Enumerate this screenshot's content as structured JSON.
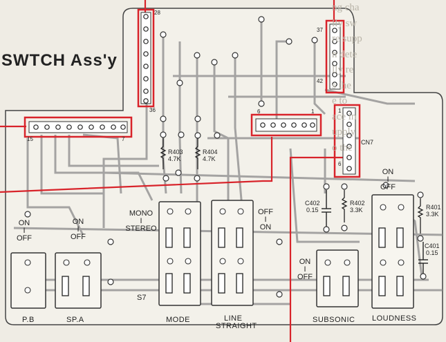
{
  "title": "SWTCH  Ass'y",
  "background_text": [
    "ng cha",
    "lly sw",
    "re supp",
    "n dete",
    "lly re",
    "s the",
    "e to",
    "ace in",
    "upply",
    "o the"
  ],
  "connectors": {
    "top_left": {
      "start": "28",
      "end": "36"
    },
    "top_right": {
      "start": "37",
      "end": "42"
    },
    "mid": {
      "start": "6",
      "end": "1"
    },
    "cn7": {
      "start": "1",
      "end": "6",
      "name": "CN7"
    },
    "left": {
      "start": "15",
      "end": "7"
    }
  },
  "resistors": [
    {
      "ref": "R403",
      "value": "4.7K"
    },
    {
      "ref": "R404",
      "value": "4.7K"
    },
    {
      "ref": "R402",
      "value": "3.3K"
    },
    {
      "ref": "R401",
      "value": "3.3K"
    }
  ],
  "capacitors": [
    {
      "ref": "C402",
      "value": "0.15"
    },
    {
      "ref": "C401",
      "value": "0.15"
    }
  ],
  "switch_labels": {
    "pb": {
      "on": "ON",
      "sep": "I",
      "off": "OFF"
    },
    "spa": {
      "on": "ON",
      "sep": "I",
      "off": "OFF"
    },
    "mode": {
      "top": "MONO",
      "sep": "I",
      "bottom": "STEREO"
    },
    "line": {
      "top": "OFF",
      "sep": "I",
      "bottom": "ON"
    },
    "subsonic": {
      "on": "ON",
      "sep": "I",
      "off": "OFF"
    },
    "loudness": {
      "on": "ON",
      "sep": "I",
      "off": "OFF"
    }
  },
  "switch_ref": "S7",
  "bottom_labels": {
    "pb": "P.B",
    "spa": "SP.A",
    "mode": "MODE",
    "line": "LINE",
    "straight": "STRAIGHT",
    "subsonic": "SUBSONIC",
    "loudness": "LOUDNESS"
  },
  "colors": {
    "red": "#d8232a",
    "trace": "#6f6f6f",
    "board": "#f3f1ea"
  }
}
